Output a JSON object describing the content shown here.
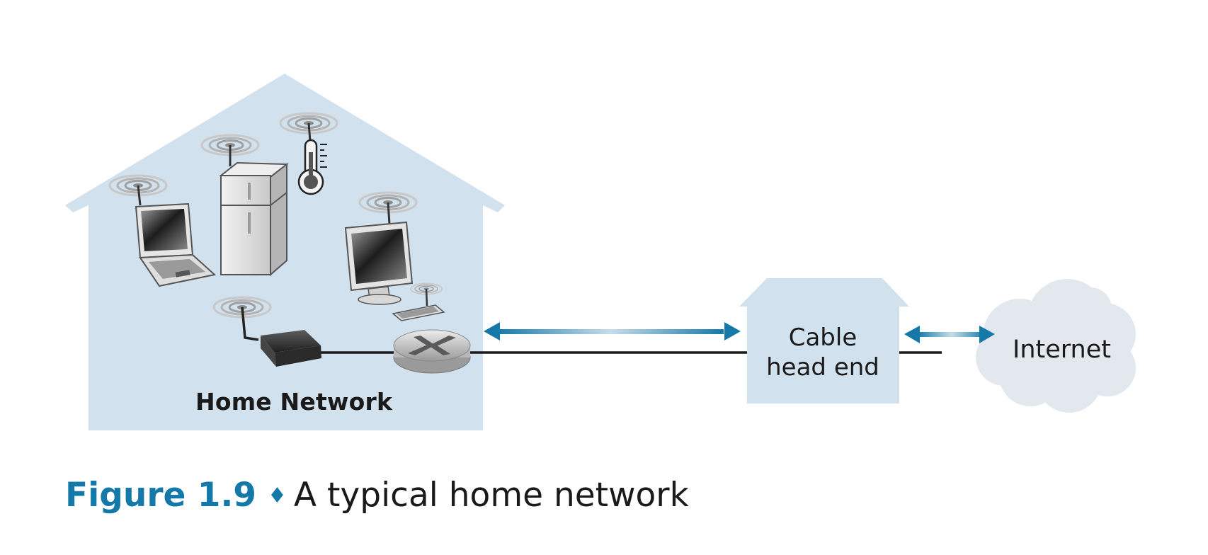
{
  "labels": {
    "home_network": "Home Network",
    "headend_line1": "Cable",
    "headend_line2": "head end",
    "internet": "Internet"
  },
  "caption": {
    "figure": "Figure 1.9",
    "separator": "♦",
    "text": "A typical home network"
  },
  "colors": {
    "house_fill": "#d2e1ee",
    "accent": "#1479a8",
    "link": "#1a1a1a",
    "cloud": "#e2e8ee"
  },
  "icons": [
    "laptop-icon",
    "refrigerator-icon",
    "thermometer-icon",
    "monitor-icon",
    "keyboard-icon",
    "wireless-access-point-icon",
    "router-icon",
    "cloud-icon"
  ]
}
